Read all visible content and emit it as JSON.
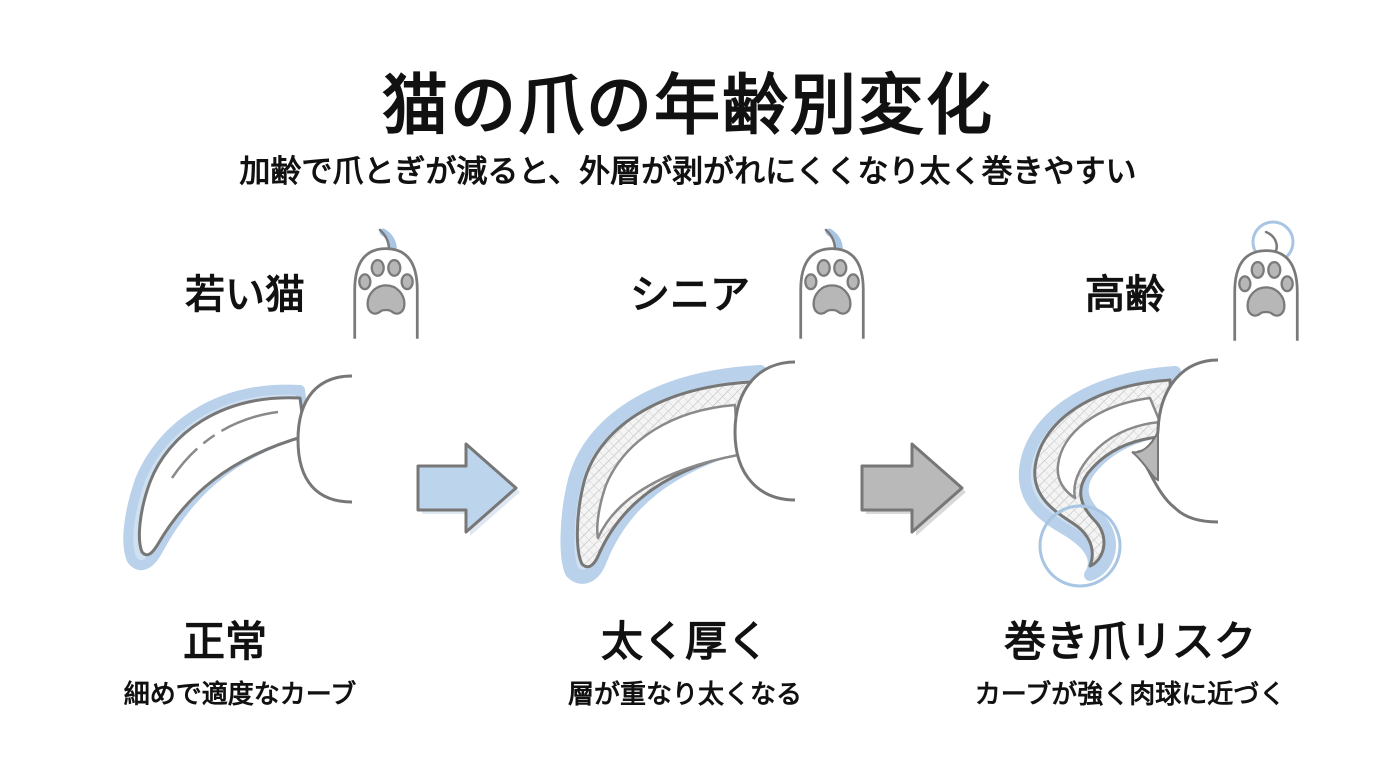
{
  "header": {
    "title": "猫の爪の年齢別変化",
    "subtitle": "加齢で爪とぎが減ると、外層が剥がれにくくなり太く巻きやすい"
  },
  "stages": [
    {
      "label": "若い猫",
      "result": "正常",
      "description": "細めで適度なカーブ"
    },
    {
      "label": "シニア",
      "result": "太く厚く",
      "description": "層が重なり太くなる"
    },
    {
      "label": "高齢",
      "result": "巻き爪リスク",
      "description": "カーブが強く肉球に近づく"
    }
  ],
  "colors": {
    "outline": "#777777",
    "accent_blue": "#bcd3ea",
    "arrow_blue": "#bcd5ec",
    "arrow_gray": "#b9b9b9",
    "pad": "#b7b7b7"
  },
  "icons": [
    "paw-icon",
    "claw-icon",
    "arrow-right-icon",
    "highlight-circle-icon"
  ]
}
